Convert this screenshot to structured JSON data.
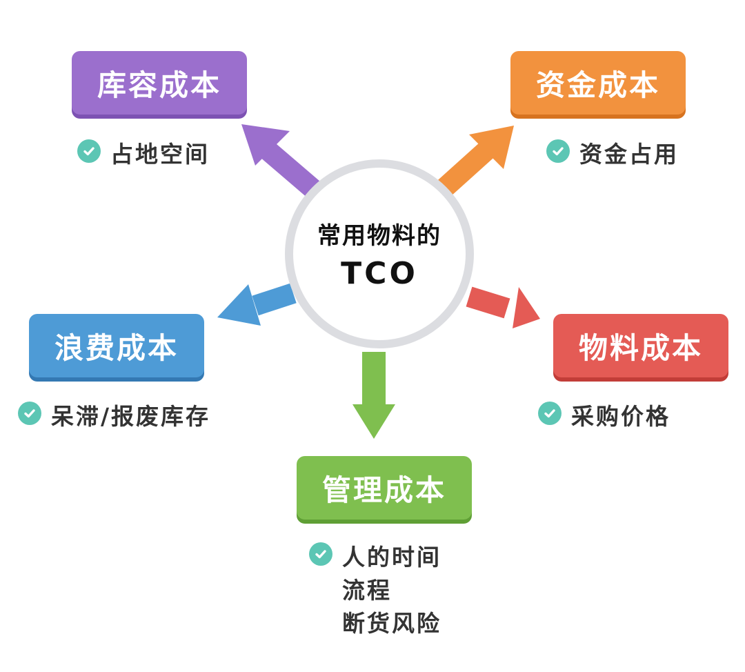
{
  "hub": {
    "line1": "常用物料的",
    "line2": "TCO"
  },
  "costs": [
    {
      "id": "storage",
      "label": "库容成本",
      "details": [
        "占地空间"
      ],
      "color": "#9b6fcd"
    },
    {
      "id": "capital",
      "label": "资金成本",
      "details": [
        "资金占用"
      ],
      "color": "#f2923e"
    },
    {
      "id": "waste",
      "label": "浪费成本",
      "details": [
        "呆滞/报废库存"
      ],
      "color": "#4e9bd6"
    },
    {
      "id": "material",
      "label": "物料成本",
      "details": [
        "采购价格"
      ],
      "color": "#e45b55"
    },
    {
      "id": "manage",
      "label": "管理成本",
      "details": [
        "人的时间",
        "流程",
        "断货风险"
      ],
      "color": "#7fbf4f"
    }
  ],
  "check_icon": "check-circle-icon",
  "check_color": "#5cc6b4"
}
